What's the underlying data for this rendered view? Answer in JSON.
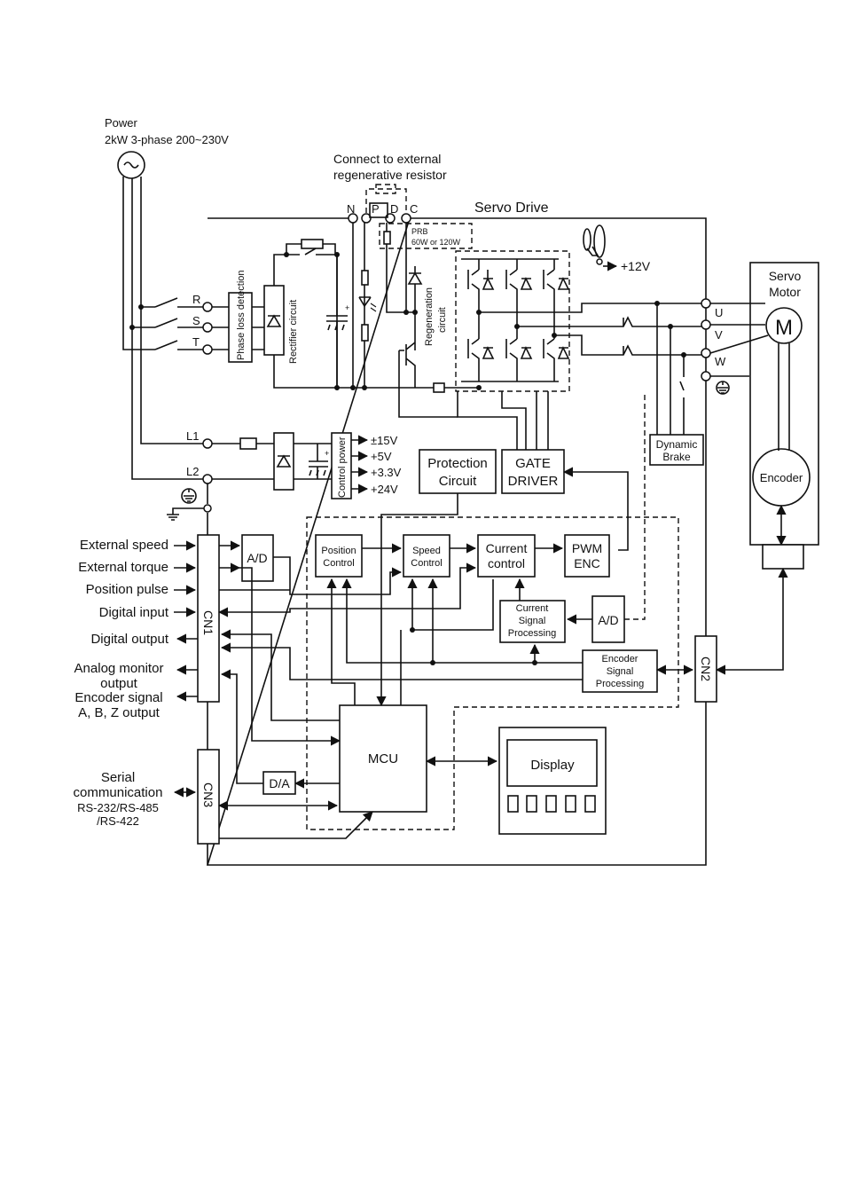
{
  "power": {
    "label": "Power",
    "spec": "2kW  3-phase 200~230V"
  },
  "regen": {
    "line1": "Connect to external",
    "line2": "regenerative resistor"
  },
  "drive_title": "Servo Drive",
  "pdc": {
    "n": "N",
    "p": "P",
    "d": "D",
    "c": "C"
  },
  "prb": {
    "line1": "PRB",
    "line2": "60W or 120W"
  },
  "fan_voltage": "+12V",
  "phases": {
    "r": "R",
    "s": "S",
    "t": "T"
  },
  "outputs": {
    "u": "U",
    "v": "V",
    "w": "W"
  },
  "blocks": {
    "phase_loss": "Phase loss detection",
    "rectifier": "Rectifier circuit",
    "regeneration": "Regeneration circuit",
    "control_power": "Control power",
    "protection": [
      "Protection",
      "Circuit"
    ],
    "gate_driver": [
      "GATE",
      "DRIVER"
    ],
    "dynamic_brake": [
      "Dynamic",
      "Brake"
    ],
    "ad_in": "A/D",
    "position_control": [
      "Position",
      "Control"
    ],
    "speed_control": [
      "Speed",
      "Control"
    ],
    "current_control": [
      "Current",
      "control"
    ],
    "pwm_enc": [
      "PWM",
      "ENC"
    ],
    "current_signal": [
      "Current",
      "Signal",
      "Processing"
    ],
    "ad_current": "A/D",
    "encoder_signal": [
      "Encoder",
      "Signal",
      "Processing"
    ],
    "mcu": "MCU",
    "da": "D/A",
    "display": "Display",
    "cn1": "CN1",
    "cn2": "CN2",
    "cn3": "CN3"
  },
  "control_inputs": {
    "l1": "L1",
    "l2": "L2"
  },
  "voltages": [
    "±15V",
    "+5V",
    "+3.3V",
    "+24V"
  ],
  "motor": {
    "title": [
      "Servo",
      "Motor"
    ],
    "m": "M",
    "encoder": "Encoder"
  },
  "signals": {
    "external_speed": "External speed",
    "external_torque": "External torque",
    "position_pulse": "Position pulse",
    "digital_input": "Digital input",
    "digital_output": "Digital output",
    "analog_monitor": [
      "Analog monitor",
      "output"
    ],
    "encoder_signal_out": [
      "Encoder signal",
      "A, B, Z output"
    ],
    "serial": [
      "Serial",
      "communication",
      "RS-232/RS-485",
      "/RS-422"
    ]
  }
}
